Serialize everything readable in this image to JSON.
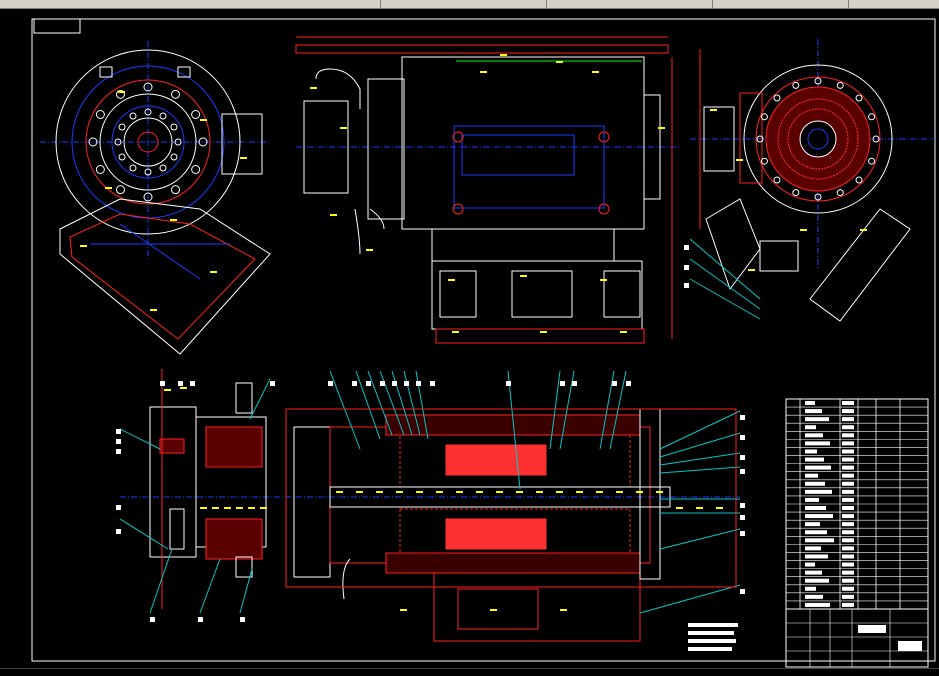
{
  "colors": {
    "background": "#000000",
    "outline": "#ffffff",
    "centerline": "#1a3cff",
    "dimension": "#ff2020",
    "label": "#ffff00",
    "leader": "#00c8c8",
    "hatch": "#ff3030",
    "green": "#00ff00"
  },
  "toolbar": {
    "segments": [
      "",
      "",
      "",
      "",
      ""
    ]
  },
  "views": {
    "front_left": "front-left-view",
    "side_main": "side-elevation-view",
    "front_right": "right-end-view",
    "section_left": "left-section-view",
    "section_main": "main-section-view"
  }
}
